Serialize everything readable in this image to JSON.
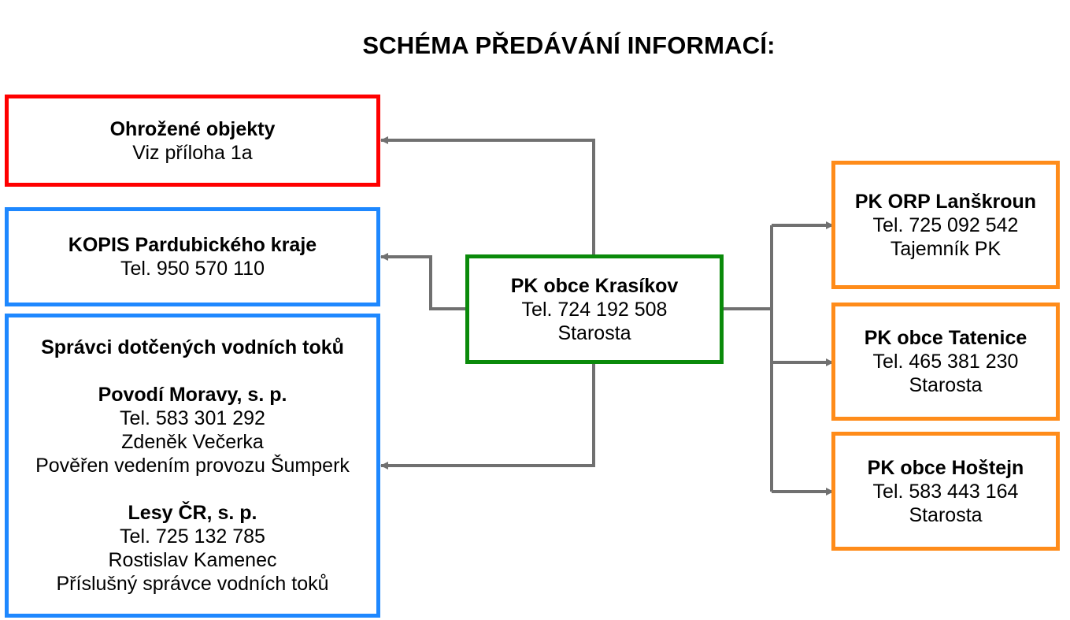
{
  "title": "SCHÉMA PŘEDÁVÁNÍ INFORMACÍ:",
  "colors": {
    "red": "#ff0000",
    "blue": "#1e88ff",
    "green": "#0a8a0a",
    "orange": "#ff8c1a",
    "connector": "#707070"
  },
  "nodes": {
    "ohrozene": {
      "title": "Ohrožené objekty",
      "line1": "Viz příloha 1a"
    },
    "kopis": {
      "title": "KOPIS Pardubického kraje",
      "phone": "Tel. 950 570 110"
    },
    "spravci": {
      "heading": "Správci dotčených vodních toků",
      "org1": {
        "name": "Povodí Moravy, s. p.",
        "phone": "Tel. 583 301 292",
        "person": "Zdeněk Večerka",
        "role": "Pověřen vedením provozu Šumperk"
      },
      "org2": {
        "name": "Lesy ČR, s. p.",
        "phone": "Tel. 725 132 785",
        "person": "Rostislav Kamenec",
        "role": "Příslušný správce vodních toků"
      }
    },
    "krasikov": {
      "title": "PK obce Krasíkov",
      "phone": "Tel. 724 192 508",
      "role": "Starosta"
    },
    "lanskroun": {
      "title": "PK ORP Lanškroun",
      "phone": "Tel. 725 092 542",
      "role": "Tajemník PK"
    },
    "tatenice": {
      "title": "PK obce Tatenice",
      "phone": "Tel. 465 381 230",
      "role": "Starosta"
    },
    "hostejn": {
      "title": "PK obce Hoštejn",
      "phone": "Tel. 583 443 164",
      "role": "Starosta"
    }
  }
}
